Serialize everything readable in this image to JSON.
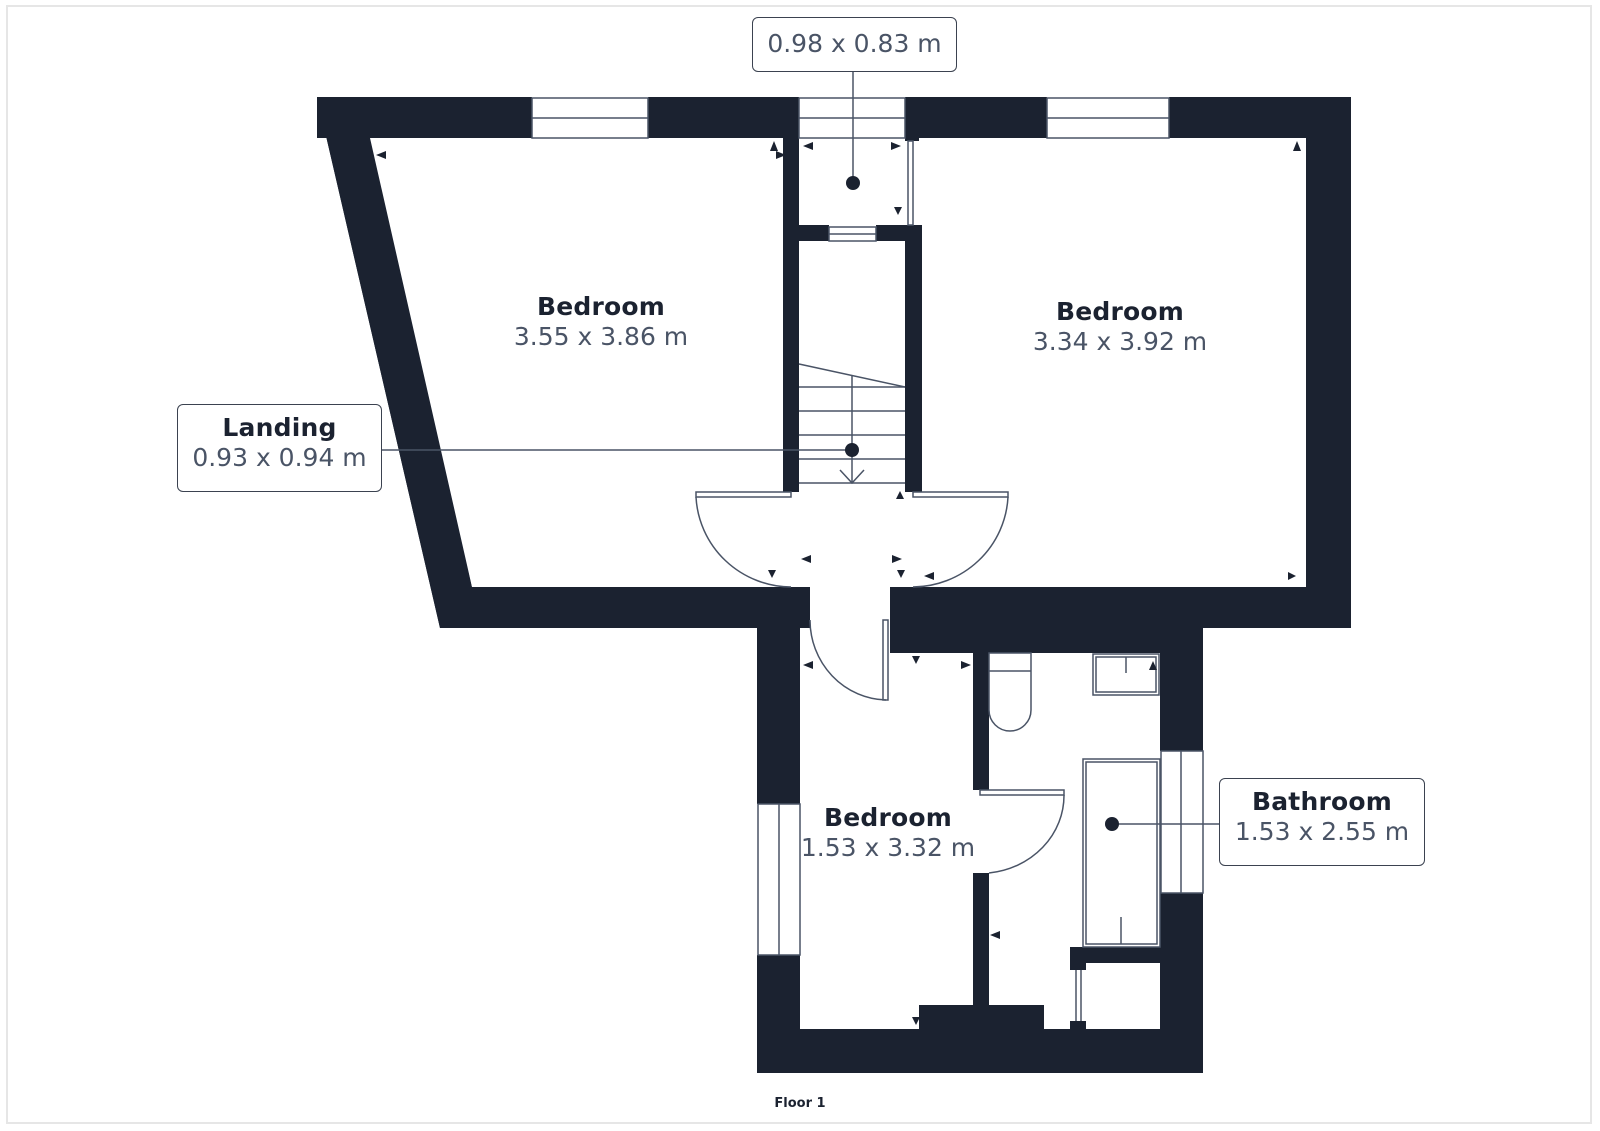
{
  "plan": {
    "floor_label": "Floor 1",
    "colors": {
      "wall": "#1b2230",
      "line": "#4a5466",
      "name_text": "#1b2230",
      "dim_text": "#4a5466",
      "frame": "#e6e6e6",
      "background": "#ffffff"
    },
    "rooms": [
      {
        "id": "bedroom-left",
        "name": "Bedroom",
        "dimensions": "3.55 x 3.86 m"
      },
      {
        "id": "bedroom-right",
        "name": "Bedroom",
        "dimensions": "3.34 x 3.92 m"
      },
      {
        "id": "bedroom-small",
        "name": "Bedroom",
        "dimensions": "1.53 x 3.32 m"
      }
    ],
    "callouts": [
      {
        "id": "cupboard",
        "name": "",
        "dimensions": "0.98 x 0.83 m"
      },
      {
        "id": "landing",
        "name": "Landing",
        "dimensions": "0.93 x 0.94 m"
      },
      {
        "id": "bathroom",
        "name": "Bathroom",
        "dimensions": "1.53 x 2.55 m"
      }
    ]
  }
}
